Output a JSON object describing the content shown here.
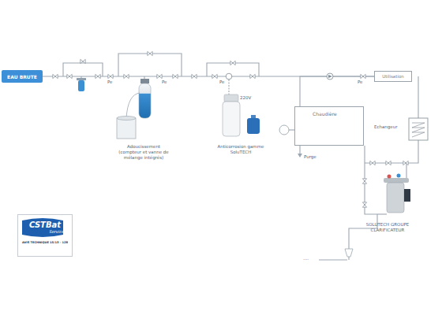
{
  "diagram": {
    "nodes": [
      {
        "text": [
          "EAU BRUTE"
        ]
      },
      {
        "text": [
          "Utilisation"
        ]
      },
      {
        "text": [
          "Chaudière"
        ]
      },
      {
        "text": [
          "CSTBat",
          "Service",
          "AVIS TECHNIQUE 15/13 - 128"
        ]
      }
    ],
    "edges": [
      {
        "from": 0,
        "to": 1,
        "arrow": "none"
      },
      {
        "from": 2,
        "to": 1,
        "arrow": "none"
      }
    ],
    "labels": [
      "Pe",
      "Pe",
      "Pe",
      "220V",
      "Adoucissement",
      "(compteur et vanne de mélange intégrés)",
      "Anticorrosion gamme SoluTECH",
      "Purge",
      "Pe",
      "Echangeur",
      "SOLUTECH GROUPE CLARIFICATEUR",
      "...."
    ]
  }
}
